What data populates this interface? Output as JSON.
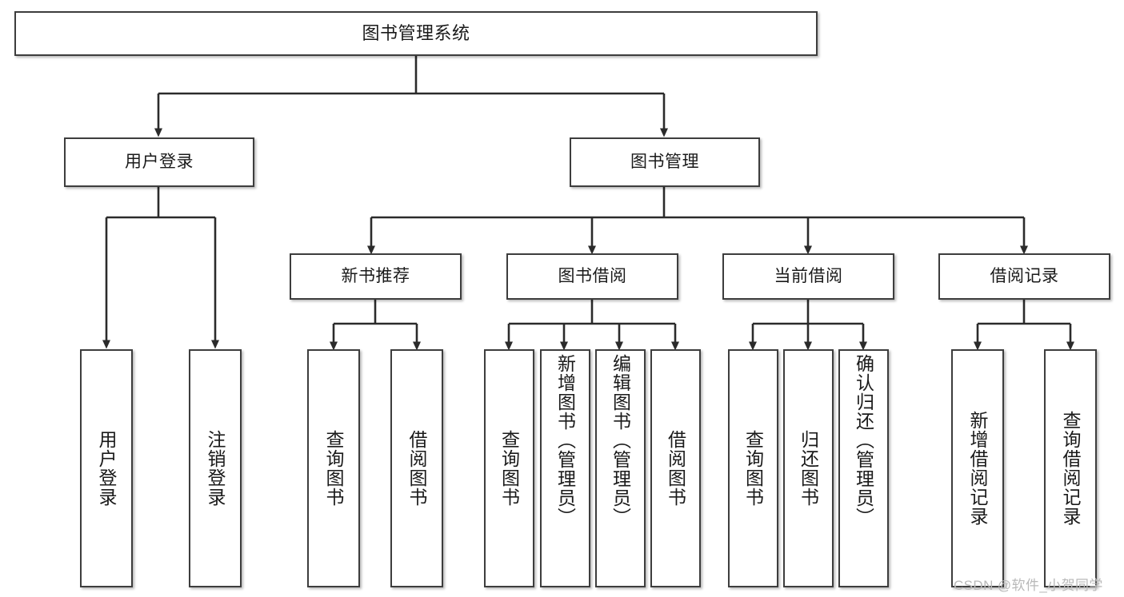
{
  "diagram": {
    "title": "图书管理系统",
    "type": "hierarchy-tree",
    "nodes": {
      "root": {
        "label": "图书管理系统"
      },
      "level1": [
        {
          "id": "user-login",
          "label": "用户登录"
        },
        {
          "id": "book-manage",
          "label": "图书管理"
        }
      ],
      "level2": [
        {
          "id": "new-book-recommend",
          "label": "新书推荐"
        },
        {
          "id": "book-borrow",
          "label": "图书借阅"
        },
        {
          "id": "current-borrow",
          "label": "当前借阅"
        },
        {
          "id": "borrow-record",
          "label": "借阅记录"
        }
      ],
      "leaves": [
        {
          "id": "leaf-user-login",
          "label": "用户登录",
          "parent": "user-login"
        },
        {
          "id": "leaf-logout",
          "label": "注销登录",
          "parent": "user-login"
        },
        {
          "id": "leaf-query-book-1",
          "label": "查询图书",
          "parent": "new-book-recommend"
        },
        {
          "id": "leaf-borrow-book-1",
          "label": "借阅图书",
          "parent": "new-book-recommend"
        },
        {
          "id": "leaf-query-book-2",
          "label": "查询图书",
          "parent": "book-borrow"
        },
        {
          "id": "leaf-add-book",
          "label": "新增图书（管理员）",
          "parent": "book-borrow"
        },
        {
          "id": "leaf-edit-book",
          "label": "编辑图书（管理员）",
          "parent": "book-borrow"
        },
        {
          "id": "leaf-borrow-book-2",
          "label": "借阅图书",
          "parent": "book-borrow"
        },
        {
          "id": "leaf-query-book-3",
          "label": "查询图书",
          "parent": "current-borrow"
        },
        {
          "id": "leaf-return-book",
          "label": "归还图书",
          "parent": "current-borrow"
        },
        {
          "id": "leaf-confirm-return",
          "label": "确认归还（管理员）",
          "parent": "current-borrow"
        },
        {
          "id": "leaf-add-record",
          "label": "新增借阅记录",
          "parent": "borrow-record"
        },
        {
          "id": "leaf-query-record",
          "label": "查询借阅记录",
          "parent": "borrow-record"
        }
      ]
    },
    "colors": {
      "box_border": "#3d3d3d",
      "box_fill": "#ffffff",
      "connector": "#2b2b2b",
      "text": "#1a1a1a",
      "watermark": "#b9b9b9"
    }
  },
  "watermark": {
    "text": "CSDN @软件_小贺同学"
  }
}
